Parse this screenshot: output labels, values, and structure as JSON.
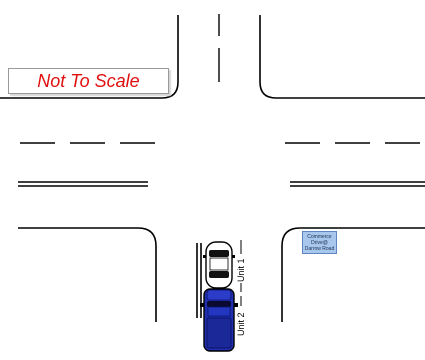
{
  "scale_note": "Not To Scale",
  "location_tag": {
    "line1": "Commerce",
    "line2": "Drive@",
    "line3": "Darrow Road"
  },
  "vehicles": [
    {
      "label": "Unit 1",
      "color": "#ffffff",
      "type": "car"
    },
    {
      "label": "Unit 2",
      "color": "#1f2fb0",
      "type": "pickup truck"
    }
  ],
  "colors": {
    "road_line": "#000000",
    "scale_text": "#e01010",
    "tag_fill": "#a7c8ec",
    "vehicle_2": "#1f2fb0"
  }
}
